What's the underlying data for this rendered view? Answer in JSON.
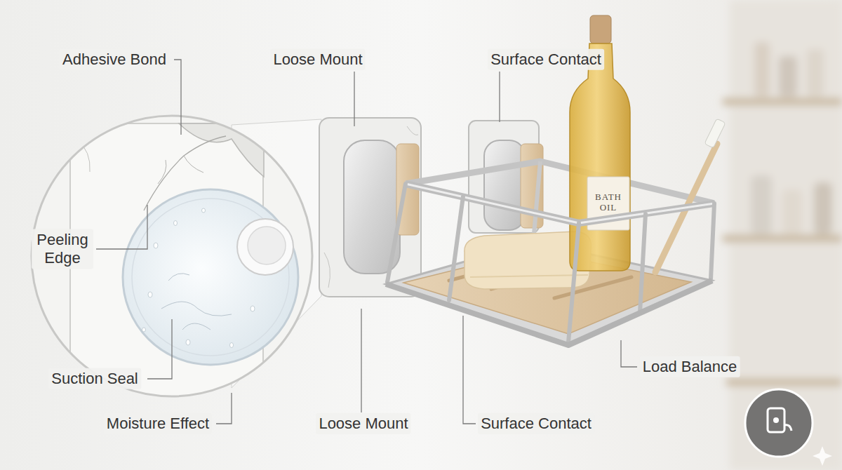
{
  "diagram": {
    "labels": [
      "Adhesive Bond",
      "Loose Mount",
      "Surface Contact",
      "Peeling Edge",
      "Suction Seal",
      "Moisture Effect",
      "Loose Mount",
      "Surface Contact",
      "Load Balance",
      "BATH OIL"
    ]
  }
}
